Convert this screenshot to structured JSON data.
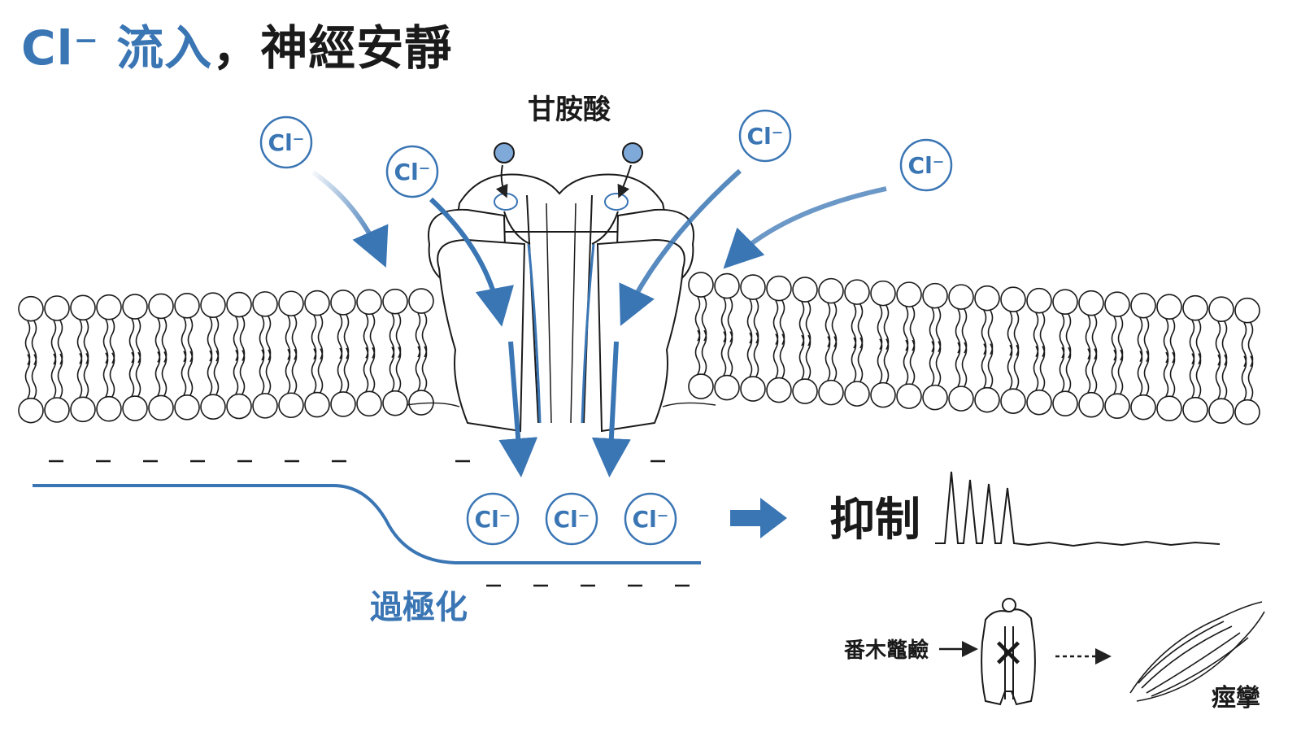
{
  "title": {
    "ion": "Cl⁻",
    "flow": " 流入",
    "comma": "，",
    "effect": "神經安靜"
  },
  "labels": {
    "ligand": "甘胺酸",
    "hyperpolarization": "過極化",
    "inhibition": "抑制",
    "toxin": "番木鼈鹼",
    "spasm": "痙攣",
    "ion": "Cl⁻",
    "blocked_mark": "✕"
  },
  "colors": {
    "accent": "#3a75b4",
    "text": "#1a1a1a",
    "line": "#222222"
  },
  "icons": {
    "membrane": "lipid-bilayer",
    "channel": "glycine-receptor-channel",
    "muscle": "muscle-fiber-bundle"
  }
}
